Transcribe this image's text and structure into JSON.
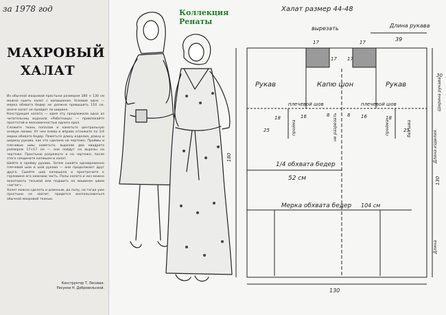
{
  "article": {
    "date": "за 1978 год",
    "title_line1": "МАХРОВЫЙ",
    "title_line2": "ХАЛАТ",
    "body": "Из обычной махровой простыни размером 180 × 130 см можно сшить халат с капюшоном. Условие одно — мерка обхвата бедер не должна превышать 110 см, иначе халат не пройдет по ширине.\nКонструкция халата — идея эту предложила одна из читательниц журнала «Работница» — привлекайте простотой и экономичностью одного кроя.\nСложите ткань пополам и наметьте центральную осевую линию. От нее влево и вправо отложите по 1/4 мерки обхвата бедер. Пометьте длину изделия, длину и ширину рукава, как это сделано на чертеже. Проймы и плечевые швы наметьте, вырезав два квадрата размером 17×17 см — они пойдут на вырезы на чертеже. Простыню разрежьте и на чертеже, после этого соедините капюшон и халат.\nШейте в пройму рукава. Затем сшейте одновременно плечевой шов и шов рукава — они продолжают друг друга. Сшейте шов капюшона и пристрочите к горловине его нижнюю часть. Полы халата и низ можно окантовать тесьмой или подшить на машинке швом «зигзаг».\nХалат можно сделать и длинным, до полу, но тогда уже простыни не хватит, придется воспользоваться обычной махровой тканью.",
    "credits_line1": "Конструктор Т. Лесовая.",
    "credits_line2": "Рисунки Н. Добровольской."
  },
  "illustration": {
    "collection_line1": "Коллекция",
    "collection_line2": "Ренаты"
  },
  "pattern": {
    "title": "Халат размер 44-48",
    "cutout_label": "вырезать",
    "sleeve_length_label": "Длина рукава",
    "sleeve_length_value": "39",
    "cut_value_left": "17",
    "cut_value_right": "17",
    "square_left_value": "17",
    "square_right_value": "17",
    "sleeve_left": "Рукав",
    "sleeve_right": "Рукав",
    "hood": "Капю шон",
    "shoulder_seam_left": "плечевой шов",
    "shoulder_seam_right": "плечевой шов",
    "sleeve_width_label": "Ширина рукава",
    "sleeve_width_value": "30",
    "left_height_value": "180",
    "dim_18_a": "18",
    "dim_16": "16",
    "dim_8_a": "8",
    "dim_8_b": "8",
    "dim_16_b": "16",
    "dim_18_b": "18",
    "dim_25_a": "25",
    "dim_25_b": "25",
    "armhole_left": "пройма",
    "armhole_center": "не разрезать",
    "armhole_right": "пройма",
    "armhole_right2": "без шва",
    "hip_quarter_label": "1/4 обхвата бедер",
    "hip_quarter_value": "52 см",
    "product_length_label": "Длина изделия",
    "product_length_value": "130",
    "hip_measure_label": "Мерка обхвата бедер",
    "hip_measure_value": "104 см",
    "length_bottom_label": "Длина",
    "width_value": "130"
  }
}
